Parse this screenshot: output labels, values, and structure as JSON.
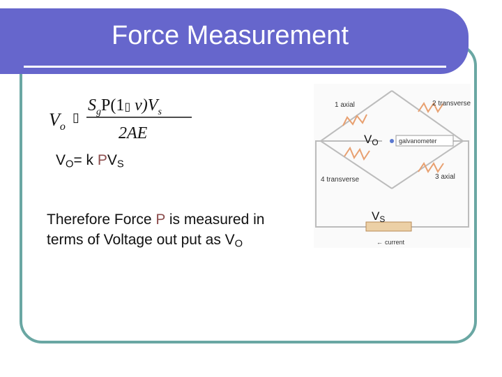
{
  "slide": {
    "title": "Force Measurement",
    "colors": {
      "title_bg": "#6666cc",
      "frame": "#6aa7a3",
      "accent_text": "#8c4d4d"
    }
  },
  "formula": {
    "lhs_v": "V",
    "lhs_sub": "o",
    "eq_glyph": "▯",
    "num_prefix": "S",
    "num_sub": "g",
    "num_mid": "P(1",
    "num_glyph": "▯",
    "num_after": " v)V",
    "num_sub2": "s",
    "den": "2AE"
  },
  "relation": {
    "v": "V",
    "v_sub": "O",
    "eq": "= k ",
    "p": "P",
    "vs": "V",
    "vs_sub": "S"
  },
  "paragraph": {
    "text1": "Therefore Force ",
    "p": "P",
    "text2": " is measured in terms of Voltage out put as ",
    "v": "V",
    "v_sub": "O"
  },
  "circuit": {
    "label_1": "1 axial",
    "label_2": "2 transverse",
    "label_3": "3 axial",
    "label_4": "4 transverse",
    "galvanometer": "galvanometer",
    "current": "current",
    "vo": "V",
    "vo_sub": "O",
    "vs": "V",
    "vs_sub": "S"
  }
}
